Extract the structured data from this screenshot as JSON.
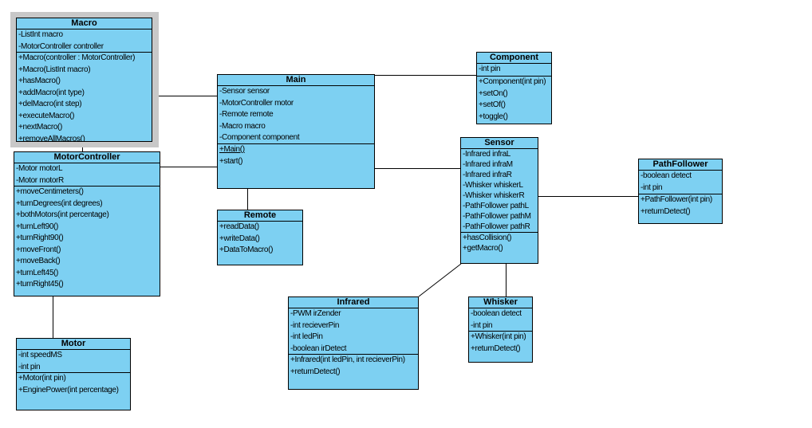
{
  "diagram": {
    "type": "uml-class-diagram",
    "colors": {
      "class_fill": "#7dd0f2",
      "border": "#000000",
      "selection": "#c8c8c8",
      "background": "#ffffff"
    },
    "classes": [
      {
        "name": "Macro",
        "selected": true,
        "attributes": [
          "-ListInt macro",
          "-MotorController controller"
        ],
        "methods": [
          "+Macro(controller : MotorController)",
          "+Macro(ListInt macro)",
          "+hasMacro()",
          "+addMacro(int type)",
          "+delMacro(int step)",
          "+executeMacro()",
          "+nextMacro()",
          "+removeAllMacros()"
        ]
      },
      {
        "name": "MotorController",
        "selected": false,
        "attributes": [
          "-Motor motorL",
          "-Motor motorR"
        ],
        "methods": [
          "+moveCentimeters()",
          "+turnDegrees(int degrees)",
          "+bothMotors(int percentage)",
          "+turnLeft90()",
          "+turnRight90()",
          "+moveFront()",
          "+moveBack()",
          "+turnLeft45()",
          "+turnRight45()"
        ]
      },
      {
        "name": "Motor",
        "selected": false,
        "attributes": [
          "-int speedMS",
          "-int pin"
        ],
        "methods": [
          "+Motor(int pin)",
          "+EnginePower(int percentage)"
        ]
      },
      {
        "name": "Main",
        "selected": false,
        "attributes": [
          "-Sensor sensor",
          "-MotorController motor",
          "-Remote remote",
          "-Macro macro",
          "-Component component"
        ],
        "methods": [
          {
            "text": "+Main()",
            "underline": true
          },
          "+start()"
        ]
      },
      {
        "name": "Remote",
        "selected": false,
        "attributes": [],
        "methods": [
          "+readData()",
          "+writeData()",
          "+DataToMacro()"
        ]
      },
      {
        "name": "Component",
        "selected": false,
        "attributes": [
          "-int pin"
        ],
        "methods": [
          "+Component(int pin)",
          "+setOn()",
          "+setOf()",
          "+toggle()"
        ]
      },
      {
        "name": "Sensor",
        "selected": false,
        "attributes": [
          "-Infrared infraL",
          "-Infrared infraM",
          "-Infrared infraR",
          "-Whisker whiskerL",
          "-Whisker whiskerR",
          "-PathFollower pathL",
          "-PathFollower pathM",
          "-PathFollower pathR"
        ],
        "methods": [
          "+hasCollision()",
          "+getMacro()"
        ]
      },
      {
        "name": "PathFollower",
        "selected": false,
        "attributes": [
          "-boolean detect",
          "-int pin"
        ],
        "methods": [
          "+PathFollower(int pin)",
          "+returnDetect()"
        ]
      },
      {
        "name": "Infrared",
        "selected": false,
        "attributes": [
          "-PWM irZender",
          "-int recieverPin",
          "-int ledPin",
          "-boolean irDetect"
        ],
        "methods": [
          "+Infrared(int ledPin, int recieverPin)",
          "+returnDetect()"
        ]
      },
      {
        "name": "Whisker",
        "selected": false,
        "attributes": [
          "-boolean detect",
          "-int pin"
        ],
        "methods": [
          "+Whisker(int pin)",
          "+returnDetect()"
        ]
      }
    ],
    "connections": [
      {
        "from": "Macro",
        "to": "Main"
      },
      {
        "from": "Macro",
        "to": "MotorController"
      },
      {
        "from": "MotorController",
        "to": "Main"
      },
      {
        "from": "MotorController",
        "to": "Motor"
      },
      {
        "from": "Main",
        "to": "Remote"
      },
      {
        "from": "Main",
        "to": "Component"
      },
      {
        "from": "Main",
        "to": "Sensor"
      },
      {
        "from": "Sensor",
        "to": "PathFollower"
      },
      {
        "from": "Sensor",
        "to": "Infrared"
      },
      {
        "from": "Sensor",
        "to": "Whisker"
      }
    ]
  }
}
